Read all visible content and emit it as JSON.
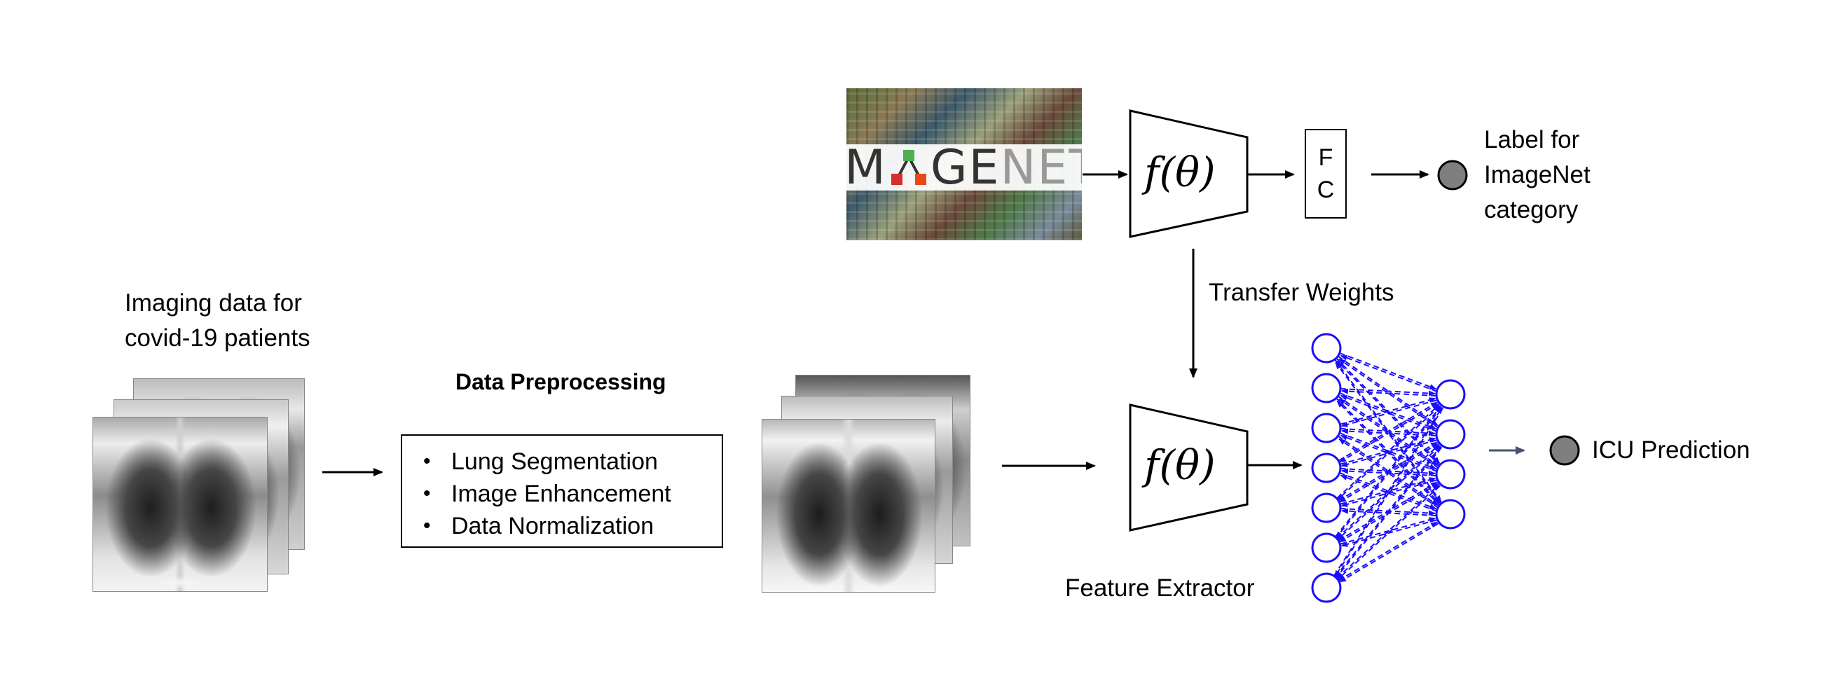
{
  "imaging": {
    "line1": "Imaging data for",
    "line2": "covid-19 patients"
  },
  "preprocessing": {
    "title": "Data Preprocessing",
    "steps": [
      "Lung Segmentation",
      "Image Enhancement",
      "Data Normalization"
    ]
  },
  "imagenet": {
    "logo_left": "IM",
    "logo_right": "GENET"
  },
  "pretrain": {
    "model_label": "f(θ)",
    "fc_line1": "F",
    "fc_line2": "C",
    "output_line1": "Label for",
    "output_line2": "ImageNet",
    "output_line3": "category"
  },
  "transfer_label": "Transfer Weights",
  "extractor": {
    "model_label": "f(θ)",
    "caption": "Feature Extractor"
  },
  "prediction_label": "ICU Prediction",
  "colors": {
    "neuron": "#1a0dff",
    "output_node": "#7f7f7f",
    "arrow": "#000000",
    "gray_arrow": "#44546a"
  }
}
